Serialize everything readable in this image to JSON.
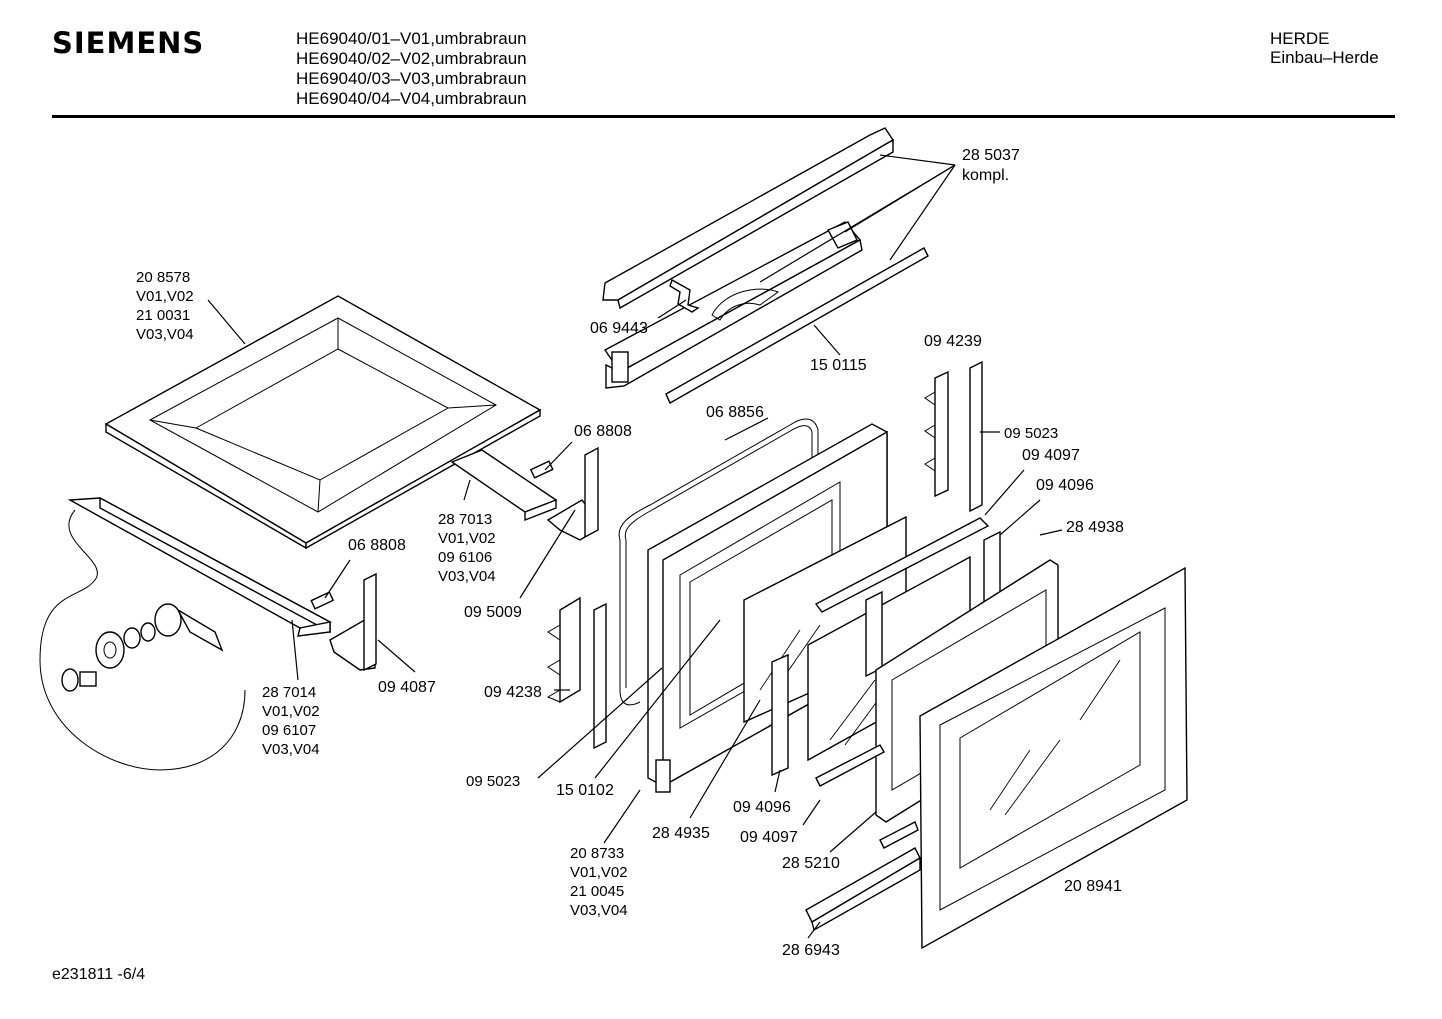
{
  "header": {
    "brand": "SIEMENS",
    "models": [
      "HE69040/01–V01,umbrabraun",
      "HE69040/02–V02,umbrabraun",
      "HE69040/03–V03,umbrabraun",
      "HE69040/04–V04,umbrabraun"
    ],
    "category": [
      "HERDE",
      "Einbau–Herde"
    ]
  },
  "callouts": {
    "c_285037": [
      "28 5037",
      "kompl."
    ],
    "c_069443": "06 9443",
    "c_150115": "15 0115",
    "c_208578": [
      "20 8578",
      "V01,V02",
      "21 0031",
      "V03,V04"
    ],
    "c_068808a": "06 8808",
    "c_068856": "06 8856",
    "c_094239": "09 4239",
    "c_095023a": "09 5023",
    "c_094097a": "09 4097",
    "c_094096a": "09 4096",
    "c_284938": "28 4938",
    "c_287013": [
      "28 7013",
      "V01,V02",
      "09 6106",
      "V03,V04"
    ],
    "c_068808b": "06 8808",
    "c_095009": "09 5009",
    "c_287014": [
      "28 7014",
      "V01,V02",
      "09 6107",
      "V03,V04"
    ],
    "c_094087": "09 4087",
    "c_094238": "09 4238",
    "c_095023b": "09 5023",
    "c_150102": "15 0102",
    "c_094096b": "09 4096",
    "c_284935": "28 4935",
    "c_094097b": "09 4097",
    "c_208733": [
      "20 8733",
      "V01,V02",
      "21 0045",
      "V03,V04"
    ],
    "c_285210": "28 5210",
    "c_208941": "20 8941",
    "c_286943": "28 6943"
  },
  "footer": {
    "code": "e231811 -6/4"
  }
}
